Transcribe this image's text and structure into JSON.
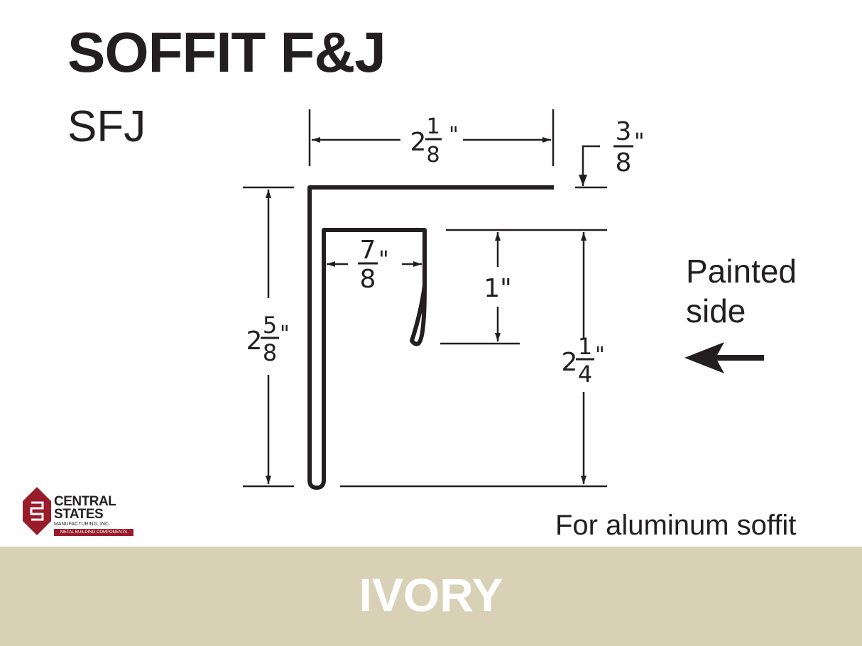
{
  "header": {
    "title": "SOFFIT F&J",
    "code": "SFJ"
  },
  "dimensions": {
    "top_width": {
      "whole": "2",
      "num": "1",
      "den": "8",
      "unit": "\""
    },
    "top_gap": {
      "num": "3",
      "den": "8",
      "unit": "\""
    },
    "inner_width": {
      "num": "7",
      "den": "8",
      "unit": "\""
    },
    "hem_depth": {
      "text": "1\""
    },
    "overall_height": {
      "whole": "2",
      "num": "5",
      "den": "8",
      "unit": "\""
    },
    "right_height": {
      "whole": "2",
      "num": "1",
      "den": "4",
      "unit": "\""
    }
  },
  "labels": {
    "painted_line1": "Painted",
    "painted_line2": "side",
    "note": "For aluminum soffit"
  },
  "logo": {
    "line1": "CENTRAL",
    "line2": "STATES",
    "line3": "MANUFACTURING, INC.",
    "line4": "METAL BUILDING COMPONENTS"
  },
  "footer": {
    "color_name": "IVORY",
    "color_hex": "#d9d1b5"
  },
  "colors": {
    "ink": "#231f20",
    "brand_red": "#9a1b2a",
    "panel": "#d9d1b5"
  }
}
